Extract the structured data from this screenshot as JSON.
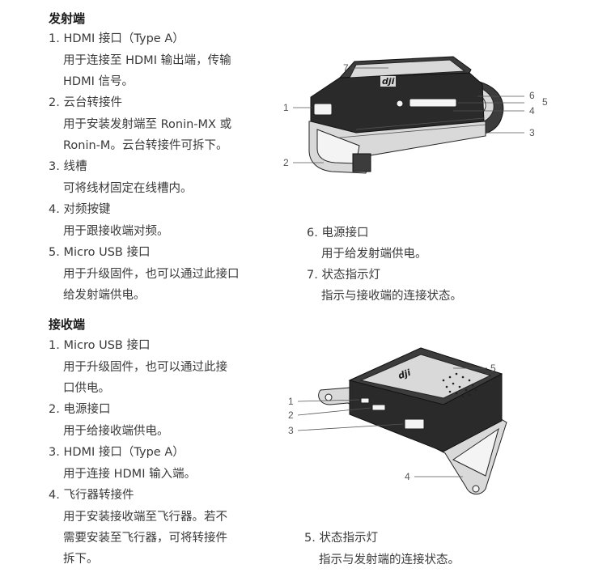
{
  "transmitter": {
    "title": "发射端",
    "items": [
      {
        "label": "1. HDMI 接口（Type A）",
        "desc": [
          "用于连接至 HDMI 输出端，传输",
          "HDMI 信号。"
        ]
      },
      {
        "label": "2. 云台转接件",
        "desc": [
          "用于安装发射端至 Ronin-MX 或",
          "Ronin-M。云台转接件可拆下。"
        ]
      },
      {
        "label": "3. 线槽",
        "desc": [
          "可将线材固定在线槽内。"
        ]
      },
      {
        "label": "4. 对频按键",
        "desc": [
          "用于跟接收端对频。"
        ]
      },
      {
        "label": "5. Micro USB 接口",
        "desc": [
          "用于升级固件，也可以通过此接口",
          "给发射端供电。"
        ]
      },
      {
        "label": "6. 电源接口",
        "desc": [
          "用于给发射端供电。"
        ]
      },
      {
        "label": "7. 状态指示灯",
        "desc": [
          "指示与接收端的连接状态。"
        ]
      }
    ],
    "callouts": [
      "1",
      "2",
      "3",
      "4",
      "5",
      "6",
      "7"
    ]
  },
  "receiver": {
    "title": "接收端",
    "items": [
      {
        "label": "1. Micro USB 接口",
        "desc": [
          "用于升级固件，也可以通过此接",
          "口供电。"
        ]
      },
      {
        "label": "2. 电源接口",
        "desc": [
          "用于给接收端供电。"
        ]
      },
      {
        "label": "3. HDMI 接口（Type A）",
        "desc": [
          "用于连接 HDMI 输入端。"
        ]
      },
      {
        "label": "4. 飞行器转接件",
        "desc": [
          "用于安装接收端至飞行器。若不",
          "需要安装至飞行器，可将转接件",
          "拆下。"
        ]
      },
      {
        "label": "5. 状态指示灯",
        "desc": [
          "指示与发射端的连接状态。"
        ]
      }
    ],
    "callouts": [
      "1",
      "2",
      "3",
      "4",
      "5"
    ]
  },
  "logo_text": "dji"
}
